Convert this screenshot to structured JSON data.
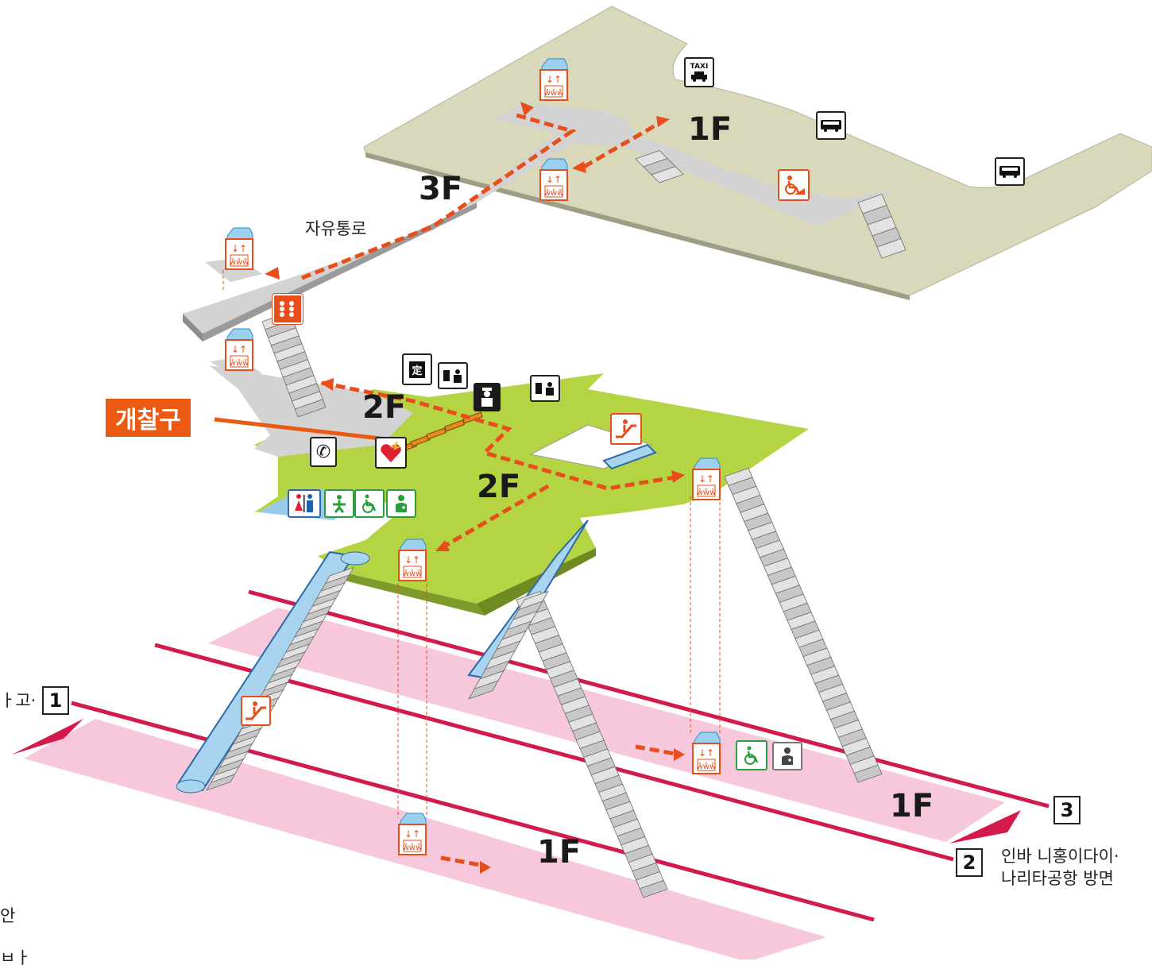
{
  "floors": {
    "f3": "3F",
    "f1_top": "1F",
    "f2_concourse": "2F",
    "f2_main": "2F",
    "f1_lower_left": "1F",
    "f1_lower_right": "1F"
  },
  "labels": {
    "free_passage": "자유통로",
    "ticket_gate": "개찰구",
    "direction_right_line1": "인바 니홍이다이·",
    "direction_right_line2": "나리타공항 방면",
    "direction_left_partial": "ㅏ고·",
    "left_partial_2": "안",
    "left_partial_3": "ㅂㅏ"
  },
  "platforms": [
    "1",
    "2",
    "3"
  ],
  "icons": {
    "taxi": "TAXI",
    "commuter_pass": "定"
  },
  "colors": {
    "upper_ground": "#d9d8bb",
    "concourse_gray": "#d3d3d3",
    "station_green": "#b5d444",
    "platform_pink": "#f7c8dc",
    "rail_red": "#d21a4d",
    "route_orange": "#e84e1b",
    "gate_orange": "#ea5a13",
    "escalator_blue": "#a9d4ef"
  }
}
